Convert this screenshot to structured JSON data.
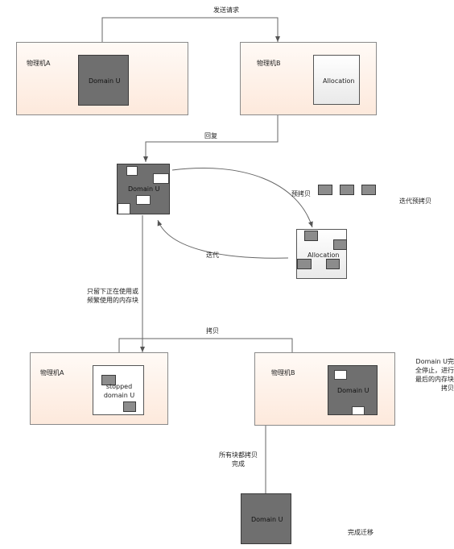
{
  "labels": {
    "send_request": "发送请求",
    "reply": "回复",
    "precopy": "预拷贝",
    "iterative_precopy": "迭代预拷贝",
    "iterate": "迭代",
    "remaining_blocks": "只留下正在使用或频繁使用的内存块",
    "copy": "拷贝",
    "domain_stopped_note": "Domain U完全停止，进行最后的内存块拷贝",
    "all_copied": "所有块都拷贝完成",
    "migration_done": "完成迁移"
  },
  "hosts": {
    "a_top": "物理机A",
    "b_top": "物理机B",
    "a_bottom": "物理机A",
    "b_bottom": "物理机B"
  },
  "vms": {
    "domain_u_top": "Domain U",
    "allocation_top": "Allocation",
    "domain_u_mid": "Domain U",
    "allocation_mid": "Allocation",
    "stopped_domain": "stopped domain U",
    "domain_u_b": "Domain U",
    "domain_u_final": "Domain U"
  },
  "colors": {
    "host_fill_top": "#fffaf6",
    "host_fill_bottom": "#fde9dc",
    "vm_dark": "#6f6f6f",
    "block_gray": "#8c8c8c",
    "line": "#555555"
  }
}
